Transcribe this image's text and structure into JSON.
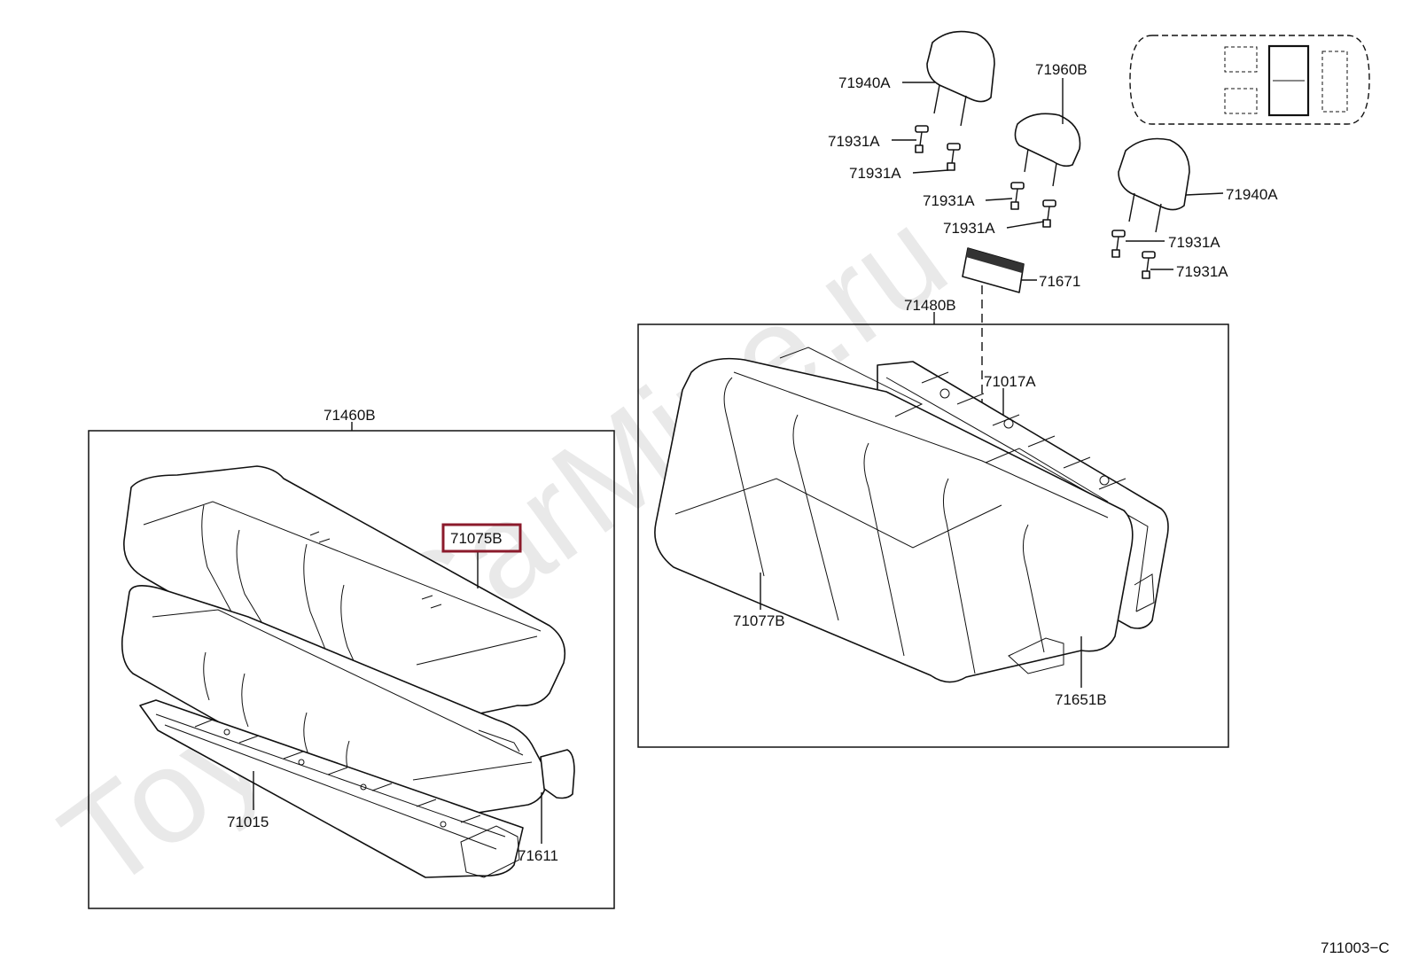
{
  "watermark": "ToyotaCarMine.ru",
  "diagram_id": "711003−C",
  "highlight_color": "#8b1a2b",
  "labels": {
    "headrest_left": "71940A",
    "headrest_center": "71960B",
    "headrest_right": "71940A",
    "support_1": "71931A",
    "support_2": "71931A",
    "support_3": "71931A",
    "support_4": "71931A",
    "support_5": "71931A",
    "support_6": "71931A",
    "armrest": "71671",
    "back_assy": "71480B",
    "back_frame": "71017A",
    "back_cover": "71077B",
    "back_pad": "71651B",
    "cushion_assy": "71460B",
    "cushion_cover": "71075B",
    "cushion_frame": "71015",
    "cushion_pad": "71611"
  }
}
